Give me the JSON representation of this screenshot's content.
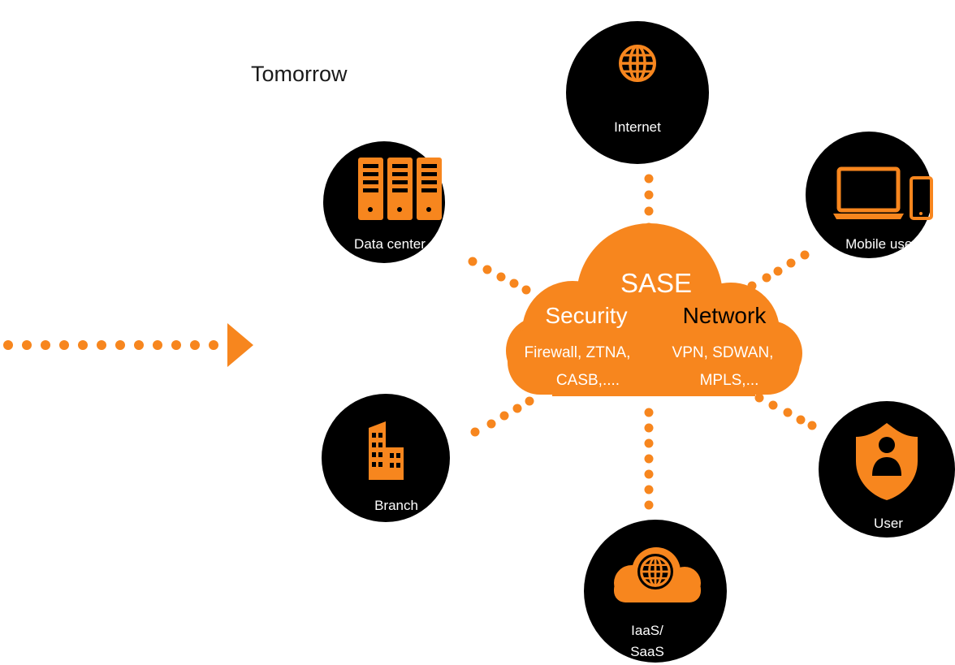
{
  "heading": "Tomorrow",
  "colors": {
    "accent": "#f7861e",
    "node": "#000000",
    "cloud_text": "#ffffff",
    "network_label": "#000000"
  },
  "sase": {
    "title": "SASE",
    "security": {
      "label": "Security",
      "line1": "Firewall, ZTNA,",
      "line2": "CASB,...."
    },
    "network": {
      "label": "Network",
      "line1": "VPN, SDWAN,",
      "line2": "MPLS,..."
    }
  },
  "nodes": {
    "internet": {
      "label": "Internet",
      "icon": "globe-icon"
    },
    "data_center": {
      "label": "Data center",
      "icon": "server-rack-icon"
    },
    "mobile_user": {
      "label": "Mobile user",
      "icon": "laptop-phone-icon"
    },
    "branch": {
      "label": "Branch",
      "icon": "building-icon"
    },
    "user": {
      "label": "User",
      "icon": "user-shield-icon"
    },
    "iaas_saas": {
      "label_line1": "IaaS/",
      "label_line2": "SaaS",
      "icon": "cloud-globe-icon"
    }
  }
}
